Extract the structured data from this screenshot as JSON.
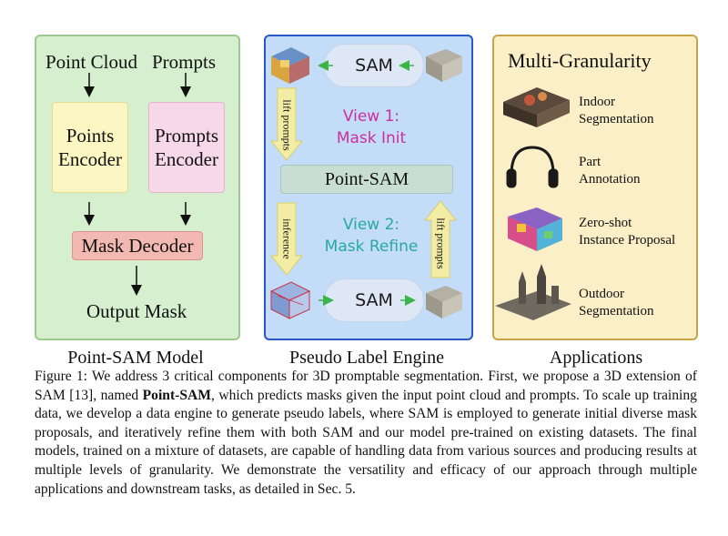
{
  "model_panel": {
    "input_point_cloud": "Point Cloud",
    "input_prompts": "Prompts",
    "points_encoder": "Points\nEncoder",
    "prompts_encoder": "Prompts\nEncoder",
    "mask_decoder": "Mask Decoder",
    "output_mask": "Output Mask",
    "title": "Point-SAM Model"
  },
  "engine_panel": {
    "sam_top": "SAM",
    "sam_bottom": "SAM",
    "view1_line1": "View 1:",
    "view1_line2": "Mask Init",
    "point_sam": "Point-SAM",
    "view2_line1": "View 2:",
    "view2_line2": "Mask Refine",
    "lift_prompts_left": "lift prompts",
    "inference": "inference",
    "lift_prompts_right": "lift prompts",
    "title": "Pseudo Label Engine",
    "colors": {
      "view1": "#cc2e9e",
      "view2": "#28a7a3"
    }
  },
  "apps_panel": {
    "heading": "Multi-Granularity",
    "items": [
      {
        "label": "Indoor\nSegmentation",
        "icon": "indoor-scene-icon"
      },
      {
        "label": "Part\nAnnotation",
        "icon": "headphones-icon"
      },
      {
        "label": "Zero-shot\nInstance Proposal",
        "icon": "colored-room-icon"
      },
      {
        "label": "Outdoor\nSegmentation",
        "icon": "castle-icon"
      }
    ],
    "title": "Applications"
  },
  "caption": {
    "part1": "Figure 1: We address 3 critical components for 3D promptable segmentation. First, we propose a 3D extension of SAM [13], named ",
    "bold": "Point-SAM",
    "part2": ", which predicts masks given the input point cloud and prompts. To scale up training data, we develop a data engine to generate pseudo labels, where SAM is employed to generate initial diverse mask proposals, and iteratively refine them with both SAM and our model pre-trained on existing datasets. The final models, trained on a mixture of datasets, are capable of handling data from various sources and producing results at multiple levels of granularity. We demonstrate the versatility and efficacy of our approach through multiple applications and downstream tasks, as detailed in Sec. 5."
  }
}
